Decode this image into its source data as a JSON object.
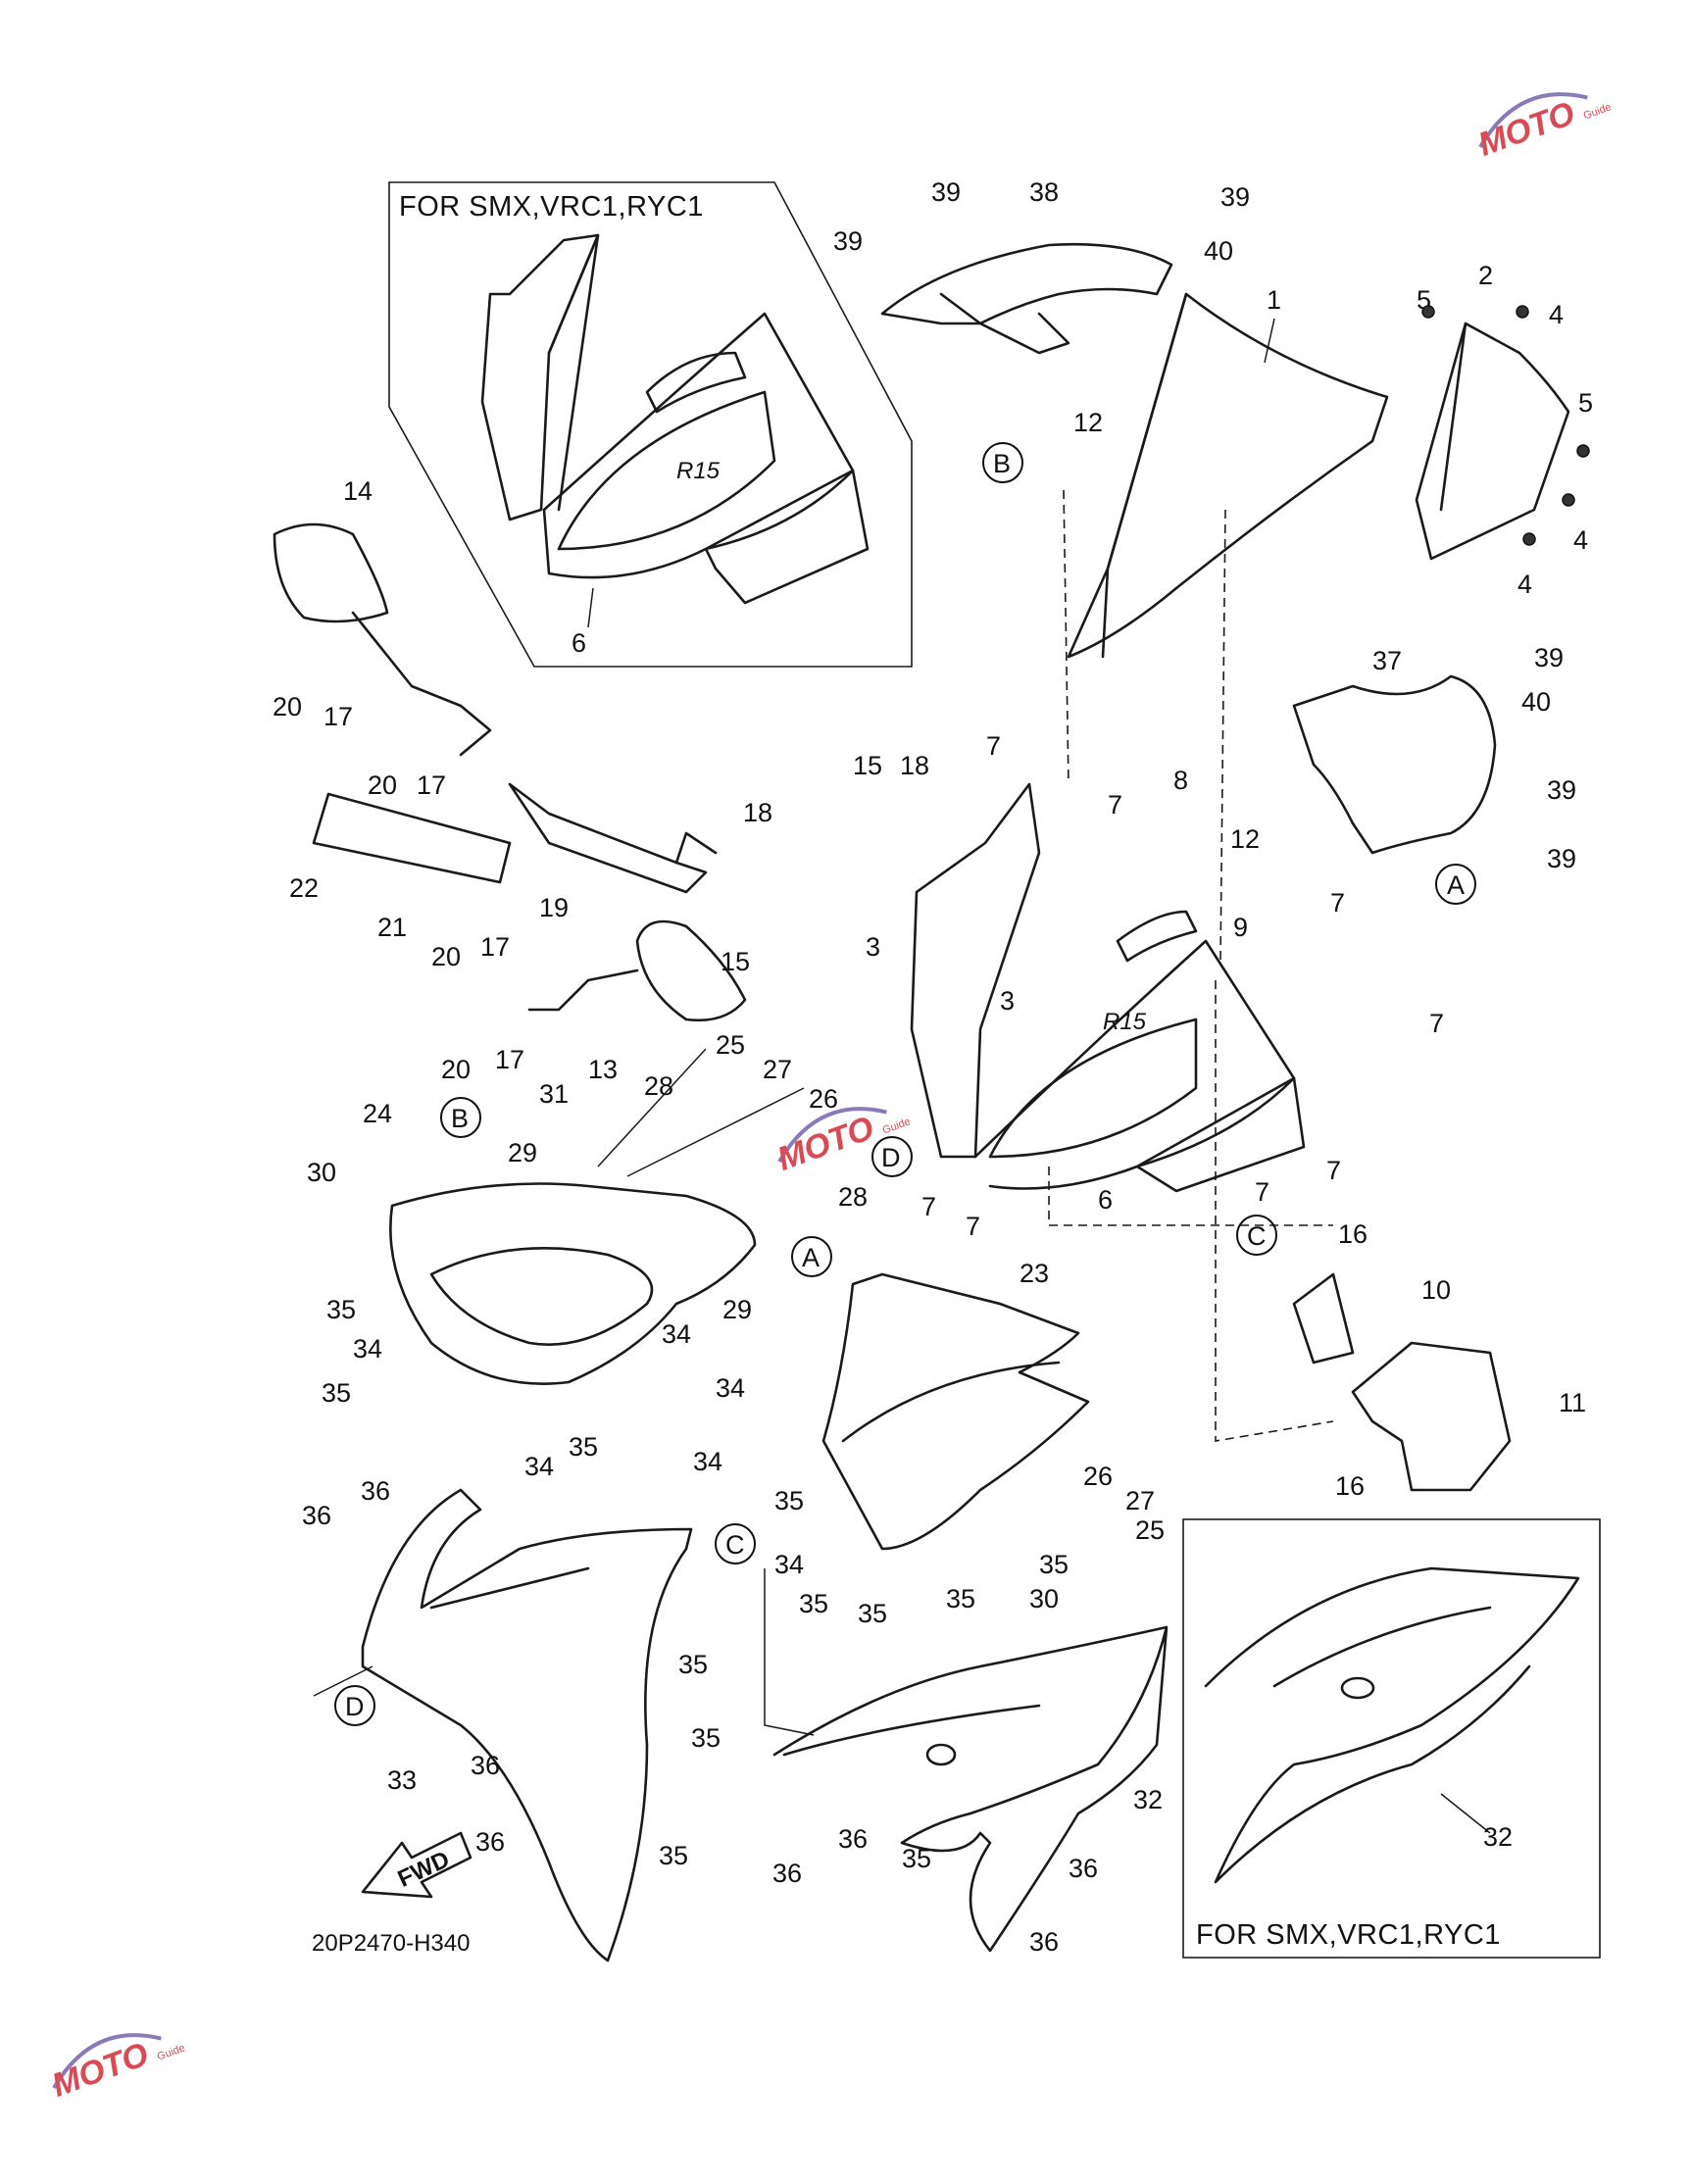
{
  "variant_label": "FOR SMX,VRC1,RYC1",
  "diagram_code": "20P2470-H340",
  "fwd_label": "FWD",
  "emblem_text": "R15",
  "watermark": {
    "text": "MOTO",
    "sub": "Guide"
  },
  "callouts": {
    "c1": "1",
    "c2": "2",
    "c3": "3",
    "c4": "4",
    "c5": "5",
    "c6": "6",
    "c7": "7",
    "c8": "8",
    "c9": "9",
    "c10": "10",
    "c11": "11",
    "c12": "12",
    "c13": "13",
    "c14": "14",
    "c15": "15",
    "c16": "16",
    "c17": "17",
    "c18": "18",
    "c19": "19",
    "c20": "20",
    "c21": "21",
    "c22": "22",
    "c23": "23",
    "c24": "24",
    "c25": "25",
    "c26": "26",
    "c27": "27",
    "c28": "28",
    "c29": "29",
    "c30": "30",
    "c31": "31",
    "c32": "32",
    "c33": "33",
    "c34": "34",
    "c35": "35",
    "c36": "36",
    "c37": "37",
    "c38": "38",
    "c39": "39",
    "c40": "40"
  },
  "refs": {
    "A": "A",
    "B": "B",
    "C": "C",
    "D": "D"
  }
}
